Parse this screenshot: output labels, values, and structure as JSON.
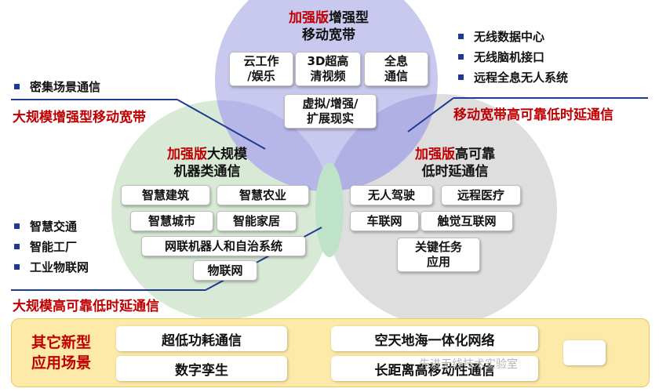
{
  "circles": {
    "top": {
      "title_hl": "加强版",
      "title_rest_line1": "增强型",
      "title_line2": "移动宽带",
      "boxes": [
        "云工作\n/娱乐",
        "3D超高\n清视频",
        "全息\n通信",
        "虚拟/增强/\n扩展现实"
      ]
    },
    "left": {
      "title_hl": "加强版",
      "title_rest_line1": "大规模",
      "title_line2": "机器类通信",
      "boxes": [
        "智慧建筑",
        "智慧农业",
        "智慧城市",
        "智能家居",
        "网联机器人和自治系统",
        "物联网"
      ]
    },
    "right": {
      "title_hl": "加强版",
      "title_rest_line1": "高可靠",
      "title_line2": "低时延通信",
      "boxes": [
        "无人驾驶",
        "远程医疗",
        "车联网",
        "触觉互联网",
        "关键任务\n应用"
      ]
    }
  },
  "side_lists": {
    "top_left": [
      "密集场景通信"
    ],
    "top_right": [
      "无线数据中心",
      "无线脑机接口",
      "远程全息无人系统"
    ],
    "bottom_left": [
      "智慧交通",
      "智能工厂",
      "工业物联网"
    ]
  },
  "labels": {
    "embb": "大规模增强型移动宽带",
    "urllc": "移动宽带高可靠低时延通信",
    "mmtc": "大规模高可靠低时延通信"
  },
  "bottom_panel": {
    "label": "其它新型\n应用场景",
    "items": [
      "超低功耗通信",
      "空天地海一体化网络",
      "数字孪生",
      "长距离高移动性通信"
    ]
  },
  "watermark": "先进无线技术实验室",
  "colors": {
    "top_circle": "#c9c9ef",
    "left_circle": "#d8ead6",
    "right_circle": "#dedede",
    "red": "#c00000",
    "bullet": "#1f3a93",
    "panel": "#fde9a8"
  }
}
